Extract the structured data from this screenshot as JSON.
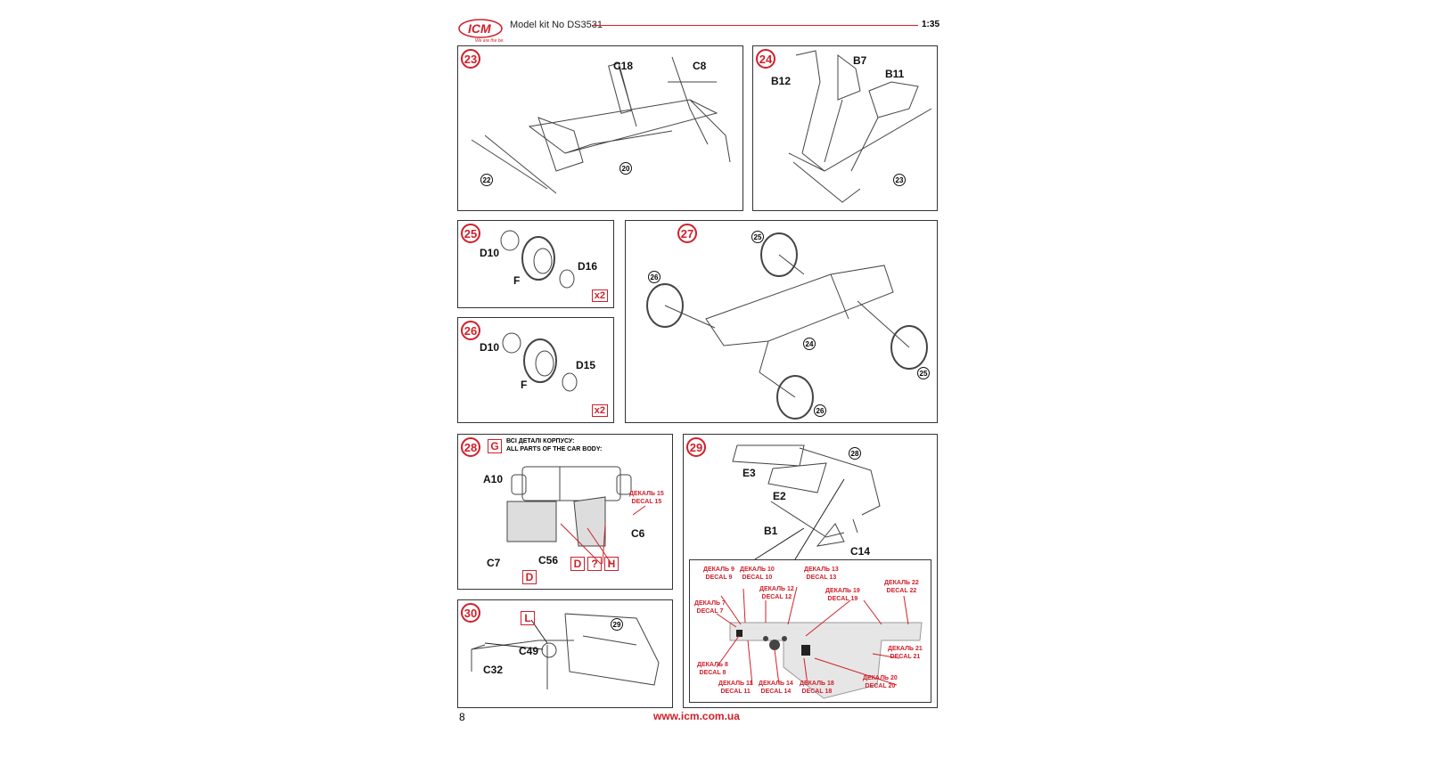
{
  "header": {
    "logo_text": "ICM",
    "logo_tagline": "We are the best",
    "kit_label": "Model kit No DS3531",
    "scale": "1:35"
  },
  "steps": {
    "s23": {
      "num": "23",
      "parts": [
        "C18",
        "C8"
      ],
      "refs": [
        "22",
        "20"
      ]
    },
    "s24": {
      "num": "24",
      "parts": [
        "B12",
        "B7",
        "B11"
      ],
      "refs": [
        "23"
      ]
    },
    "s25": {
      "num": "25",
      "parts": [
        "D10",
        "D16",
        "F"
      ],
      "qty": "x2"
    },
    "s26": {
      "num": "26",
      "parts": [
        "D10",
        "D15",
        "F"
      ],
      "qty": "x2"
    },
    "s27": {
      "num": "27",
      "refs": [
        "25",
        "26",
        "24",
        "25",
        "26"
      ]
    },
    "s28": {
      "num": "28",
      "paint": "G",
      "note_ua": "ВСІ ДЕТАЛІ КОРПУСУ:",
      "note_en": "ALL PARTS OF THE CAR BODY:",
      "parts": [
        "A10",
        "C6",
        "C7",
        "C56"
      ],
      "decal": "ДЕКАЛЬ 15\nDECAL 15",
      "colors": [
        "D",
        "?",
        "H",
        "D"
      ]
    },
    "s29": {
      "num": "29",
      "parts": [
        "E3",
        "E2",
        "B1",
        "C14"
      ],
      "refs": [
        "28"
      ],
      "decals": [
        "ДЕКАЛЬ 9\nDECAL 9",
        "ДЕКАЛЬ 10\nDECAL 10",
        "ДЕКАЛЬ 13\nDECAL 13",
        "ДЕКАЛЬ 12\nDECAL 12",
        "ДЕКАЛЬ 19\nDECAL 19",
        "ДЕКАЛЬ 22\nDECAL 22",
        "ДЕКАЛЬ 7\nDECAL 7",
        "ДЕКАЛЬ 21\nDECAL 21",
        "ДЕКАЛЬ 8\nDECAL 8",
        "ДЕКАЛЬ 20\nDECAL 20",
        "ДЕКАЛЬ 11\nDECAL 11",
        "ДЕКАЛЬ 14\nDECAL 14",
        "ДЕКАЛЬ 18\nDECAL 18"
      ]
    },
    "s30": {
      "num": "30",
      "parts": [
        "C49",
        "C32"
      ],
      "paint": "L",
      "refs": [
        "29"
      ]
    }
  },
  "footer": {
    "page": "8",
    "url": "www.icm.com.ua"
  }
}
